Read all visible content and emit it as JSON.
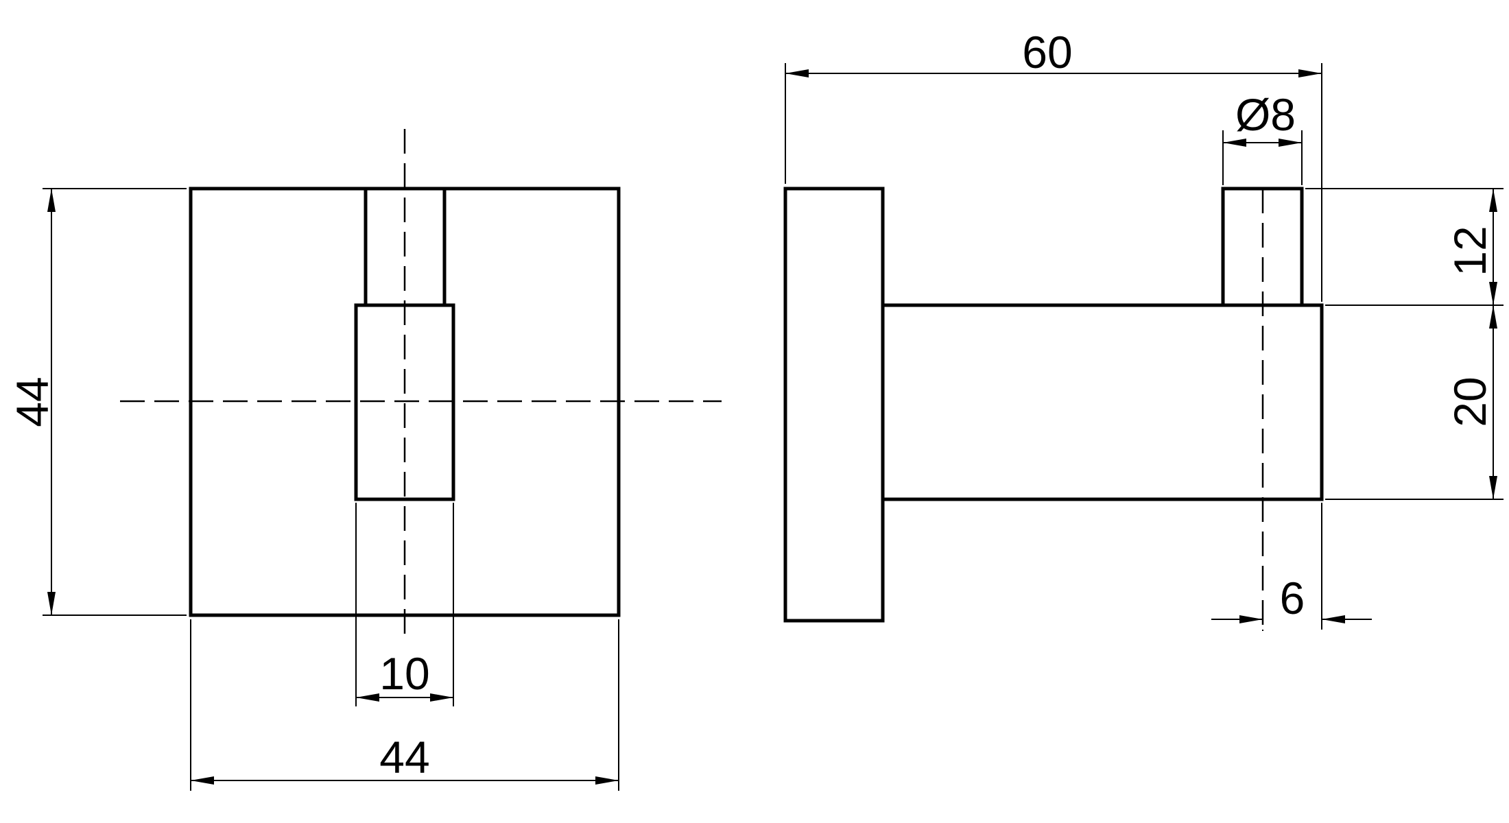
{
  "front_view": {
    "height_label": "44",
    "width_label": "44",
    "stem_width_label": "10"
  },
  "side_view": {
    "total_length_label": "60",
    "pin_diameter_label": "Ø8",
    "pin_height_label": "12",
    "arm_height_label": "20",
    "end_offset_label": "6"
  }
}
